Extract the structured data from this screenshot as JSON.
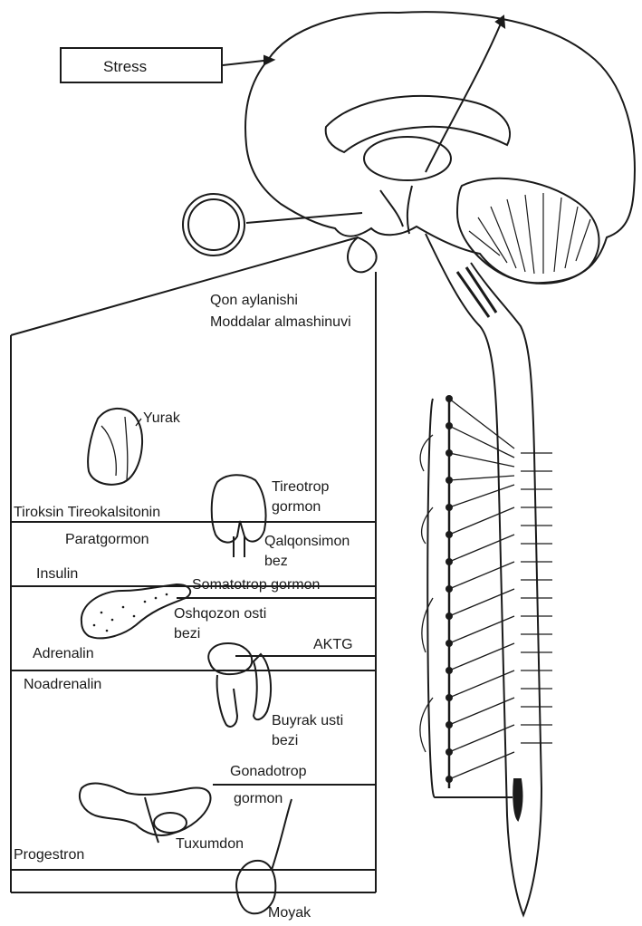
{
  "stress": {
    "label": "Stress"
  },
  "circulation": {
    "line1": "Qon aylanishi",
    "line2": "Moddalar almashinuvi"
  },
  "organs": {
    "heart": "Yurak",
    "thyroid_a": "Qalqonsimon",
    "thyroid_b": "bez",
    "pancreas_a": "Oshqozon osti",
    "pancreas_b": "bezi",
    "adrenal_a": "Buyrak usti",
    "adrenal_b": "bezi",
    "ovary": "Tuxumdon",
    "testis": "Moyak"
  },
  "hormones": {
    "thyrotropic_a": "Tireotrop",
    "thyrotropic_b": "gormon",
    "thyroxin": "Tiroksin Tireokalsitonin",
    "parathormone": "Paratgormon",
    "insulin": "Insulin",
    "somatotropic": "Somatotrop gormon",
    "adrenalin": "Adrenalin",
    "actg": "AKTG",
    "noradrenalin": "Noadrenalin",
    "gonadotropic_a": "Gonadotrop",
    "gonadotropic_b": "gormon",
    "progesterone": "Progestron"
  }
}
